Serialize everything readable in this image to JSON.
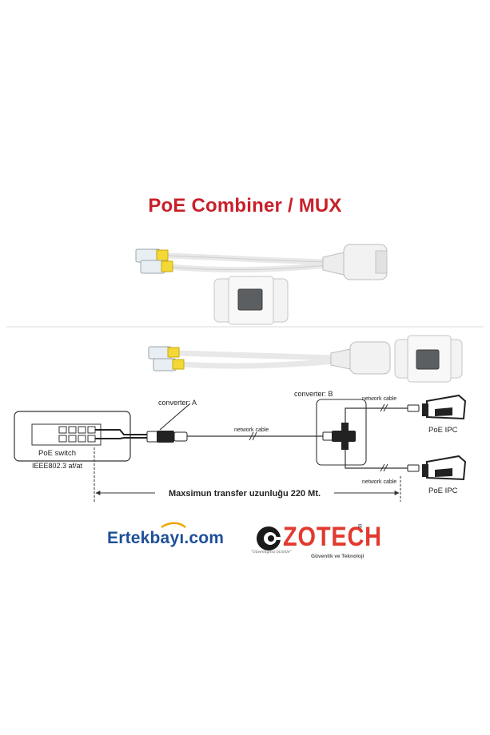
{
  "title": "PoE Combiner / MUX",
  "diagram": {
    "converter_a": "converter: A",
    "converter_b": "converter: B",
    "network_cable_main": "network cable",
    "network_cable_top": "network cable",
    "network_cable_bottom": "network cable",
    "poe_switch": "PoE switch",
    "standard": "IEEE802.3 af/at",
    "camera_top": "PoE IPC",
    "camera_bottom": "PoE IPC",
    "distance": "Maxsimun transfer uzunluğu 220 Mt."
  },
  "logos": {
    "ertekbayi": "Ertekbayı.com",
    "zotech_word": "ZOTECH",
    "zotech_reg": "R",
    "zotech_sub": "Güvenlik ve Teknoloji",
    "zotech_motto": "\"Güvenliğiniz bizimle\""
  },
  "colors": {
    "title_red": "#c8202a",
    "cable_white": "#f2f2f2",
    "connector_yellow": "#f2d51c",
    "ertekbayi_blue": "#1e4f9a",
    "zotech_red": "#e23a2e"
  }
}
